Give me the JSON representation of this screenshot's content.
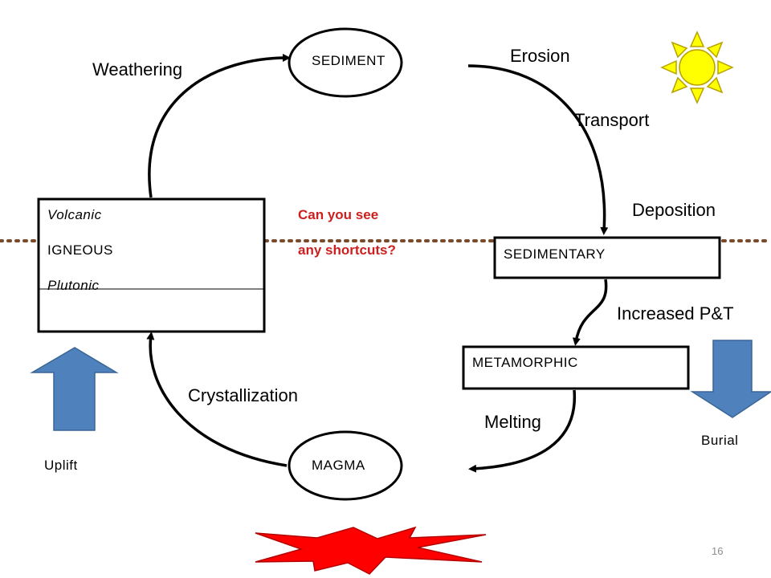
{
  "nodes": {
    "sediment": "SEDIMENT",
    "sedimentary": "SEDIMENTARY",
    "metamorphic": "METAMORPHIC",
    "magma": "MAGMA",
    "igneous": "IGNEOUS",
    "volcanic": "Volcanic",
    "plutonic": "Plutonic"
  },
  "processes": {
    "weathering": "Weathering",
    "erosion": "Erosion",
    "transport": "Transport",
    "deposition": "Deposition",
    "increased_pt": "Increased P&T",
    "melting": "Melting",
    "crystallization": "Crystallization"
  },
  "question": {
    "line1": "Can you see",
    "line2": "any shortcuts?"
  },
  "side_labels": {
    "uplift": "Uplift",
    "burial": "Burial"
  },
  "page_number": "16",
  "colors": {
    "question_text": "#cc1f1f",
    "ground_line": "#7a4a2a",
    "arrow_fill": "#4f81bd",
    "sun_fill": "#ffff00",
    "sun_stroke": "#b8a000",
    "burst_fill": "#ff0000"
  },
  "icons": {
    "sun": "sun-icon",
    "uplift": "up-arrow-icon",
    "burial": "down-arrow-icon",
    "heat": "explosion-burst-icon"
  }
}
